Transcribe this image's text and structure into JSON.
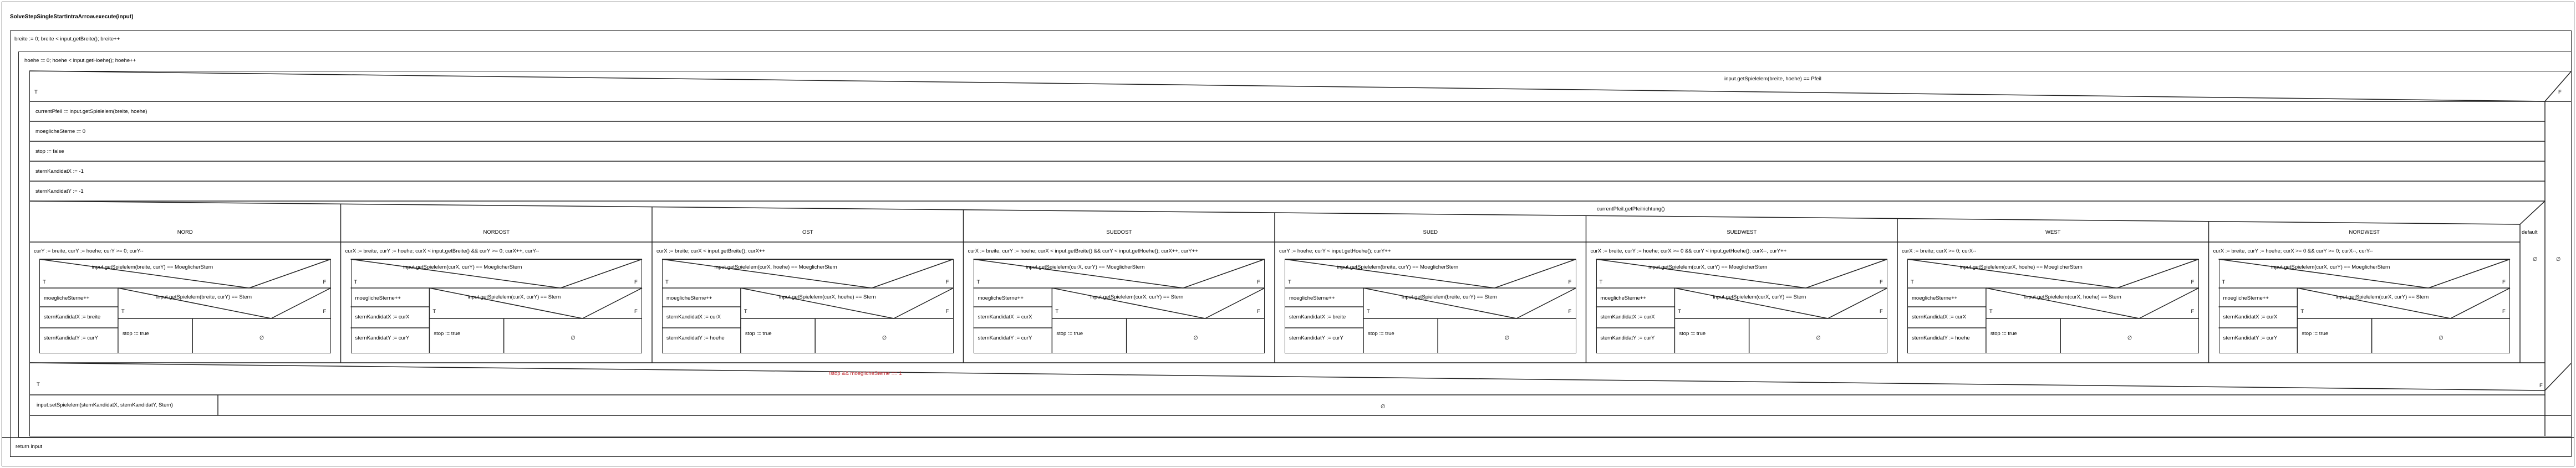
{
  "title": "SolveStepSingleStartIntraArrow.execute(input)",
  "loop_breite": "breite := 0; breite < input.getBreite(); breite++",
  "loop_hoehe": "hoehe := 0; hoehe < input.getHoehe(); hoehe++",
  "cond_pfeil": "input.getSpielelem(breite, hoehe) == Pfeil",
  "true_label": "T",
  "false_label": "F",
  "empty_symbol": "∅",
  "stmt_current": "currentPfeil := input.getSpielelem(breite, hoehe)",
  "stmt_moegliche": "moeglicheSterne := 0",
  "stmt_stop": "stop := false",
  "stmt_stern_x": "sternKandidatX := -1",
  "stmt_stern_y": "sternKandidatY := -1",
  "switch_label": "currentPfeil.getPfeilrichtung()",
  "default_label": "default",
  "cases": [
    {
      "name": "NORD",
      "loop": "curY := breite, curY := hoehe; curY >= 0; curY--",
      "cond1": "input.getSpielelem(breite, curY) == MoeglicherStern",
      "cond2": "input.getSpielelem(breite, curY) == Stern",
      "inc": "moeglicheSterne++",
      "set_x": "sternKandidatX := breite",
      "set_y": "sternKandidatY := curY",
      "stop": "stop := true"
    },
    {
      "name": "NORDOST",
      "loop": "curX := breite, curY := hoehe; curX < input.getBreite() && curY >= 0; curX++, curY--",
      "cond1": "input.getSpielelem(curX, curY) == MoeglicherStern",
      "cond2": "input.getSpielelem(curX, curY) == Stern",
      "inc": "moeglicheSterne++",
      "set_x": "sternKandidatX := curX",
      "set_y": "sternKandidatY := curY",
      "stop": "stop := true"
    },
    {
      "name": "OST",
      "loop": "curX := breite; curX < input.getBreite(); curX++",
      "cond1": "input.getSpielelem(curX, hoehe) == MoeglicherStern",
      "cond2": "input.getSpielelem(curX, hoehe) == Stern",
      "inc": "moeglicheSterne++",
      "set_x": "sternKandidatX := curX",
      "set_y": "sternKandidatY := hoehe",
      "stop": "stop := true"
    },
    {
      "name": "SUEDOST",
      "loop": "curX := breite, curY := hoehe; curX < input.getBreite() && curY < input.getHoehe(); curX++, curY++",
      "cond1": "input.getSpielelem(curX, curY) == MoeglicherStern",
      "cond2": "input.getSpielelem(curX, curY) == Stern",
      "inc": "moeglicheSterne++",
      "set_x": "sternKandidatX := curX",
      "set_y": "sternKandidatY := curY",
      "stop": "stop := true"
    },
    {
      "name": "SUED",
      "loop": "curY := hoehe; curY < input.getHoehe(); curY++",
      "cond1": "input.getSpielelem(breite, curY) == MoeglicherStern",
      "cond2": "input.getSpielelem(breite, curY) == Stern",
      "inc": "moeglicheSterne++",
      "set_x": "sternKandidatX := breite",
      "set_y": "sternKandidatY := curY",
      "stop": "stop := true"
    },
    {
      "name": "SUEDWEST",
      "loop": "curX := breite, curY := hoehe; curX >= 0 && curY < input.getHoehe(); curX--, curY++",
      "cond1": "input.getSpielelem(curX, curY) == MoeglicherStern",
      "cond2": "input.getSpielelem(curX, curY) == Stern",
      "inc": "moeglicheSterne++",
      "set_x": "sternKandidatX := curX",
      "set_y": "sternKandidatY := curY",
      "stop": "stop := true"
    },
    {
      "name": "WEST",
      "loop": "curX := breite; curX >= 0; curX--",
      "cond1": "input.getSpielelem(curX, hoehe) == MoeglicherStern",
      "cond2": "input.getSpielelem(curX, hoehe) == Stern",
      "inc": "moeglicheSterne++",
      "set_x": "sternKandidatX := curX",
      "set_y": "sternKandidatY := hoehe",
      "stop": "stop := true"
    },
    {
      "name": "NORDWEST",
      "loop": "curX := breite, curY := hoehe; curX >= 0 && curY >= 0; curX--, curY--",
      "cond1": "input.getSpielelem(curX, curY) == MoeglicherStern",
      "cond2": "input.getSpielelem(curX, curY) == Stern",
      "inc": "moeglicheSterne++",
      "set_x": "sternKandidatX := curX",
      "set_y": "sternKandidatY := curY",
      "stop": "stop := true"
    }
  ],
  "cond_final": "!stop && moeglicheSterne == 1",
  "stmt_set": "input.setSpielelem(sternKandidatX, sternKandidatY, Stern)",
  "stmt_return": "return input"
}
